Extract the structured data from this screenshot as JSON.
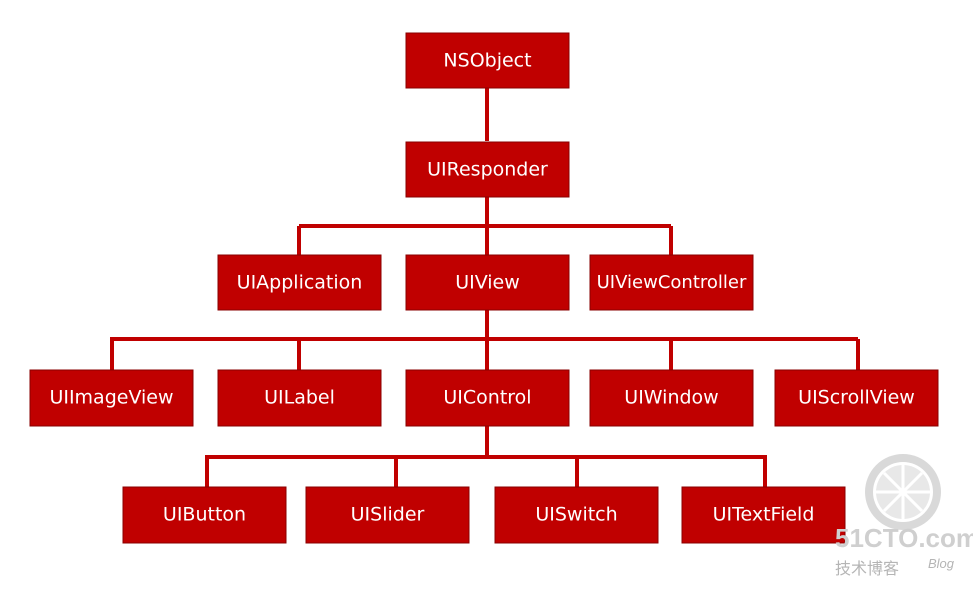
{
  "diagram": {
    "type": "class-hierarchy",
    "colors": {
      "node_fill": "#c00000",
      "node_text": "#ffffff",
      "edge": "#c00000"
    },
    "nodes": {
      "nsobject": "NSObject",
      "uiresponder": "UIResponder",
      "uiapplication": "UIApplication",
      "uiview": "UIView",
      "uiviewcontroller": "UIViewController",
      "uiimageview": "UIImageView",
      "uilabel": "UILabel",
      "uicontrol": "UIControl",
      "uiwindow": "UIWindow",
      "uiscrollview": "UIScrollView",
      "uibutton": "UIButton",
      "uislider": "UISlider",
      "uiswitch": "UISwitch",
      "uitextfield": "UITextField"
    },
    "edges": [
      [
        "nsobject",
        "uiresponder"
      ],
      [
        "uiresponder",
        "uiapplication"
      ],
      [
        "uiresponder",
        "uiview"
      ],
      [
        "uiresponder",
        "uiviewcontroller"
      ],
      [
        "uiview",
        "uiimageview"
      ],
      [
        "uiview",
        "uilabel"
      ],
      [
        "uiview",
        "uicontrol"
      ],
      [
        "uiview",
        "uiwindow"
      ],
      [
        "uiview",
        "uiscrollview"
      ],
      [
        "uicontrol",
        "uibutton"
      ],
      [
        "uicontrol",
        "uislider"
      ],
      [
        "uicontrol",
        "uiswitch"
      ],
      [
        "uicontrol",
        "uitextfield"
      ]
    ]
  },
  "watermark": {
    "brand": "51CTO.com",
    "subtitle": "技术博客",
    "blog": "Blog"
  }
}
